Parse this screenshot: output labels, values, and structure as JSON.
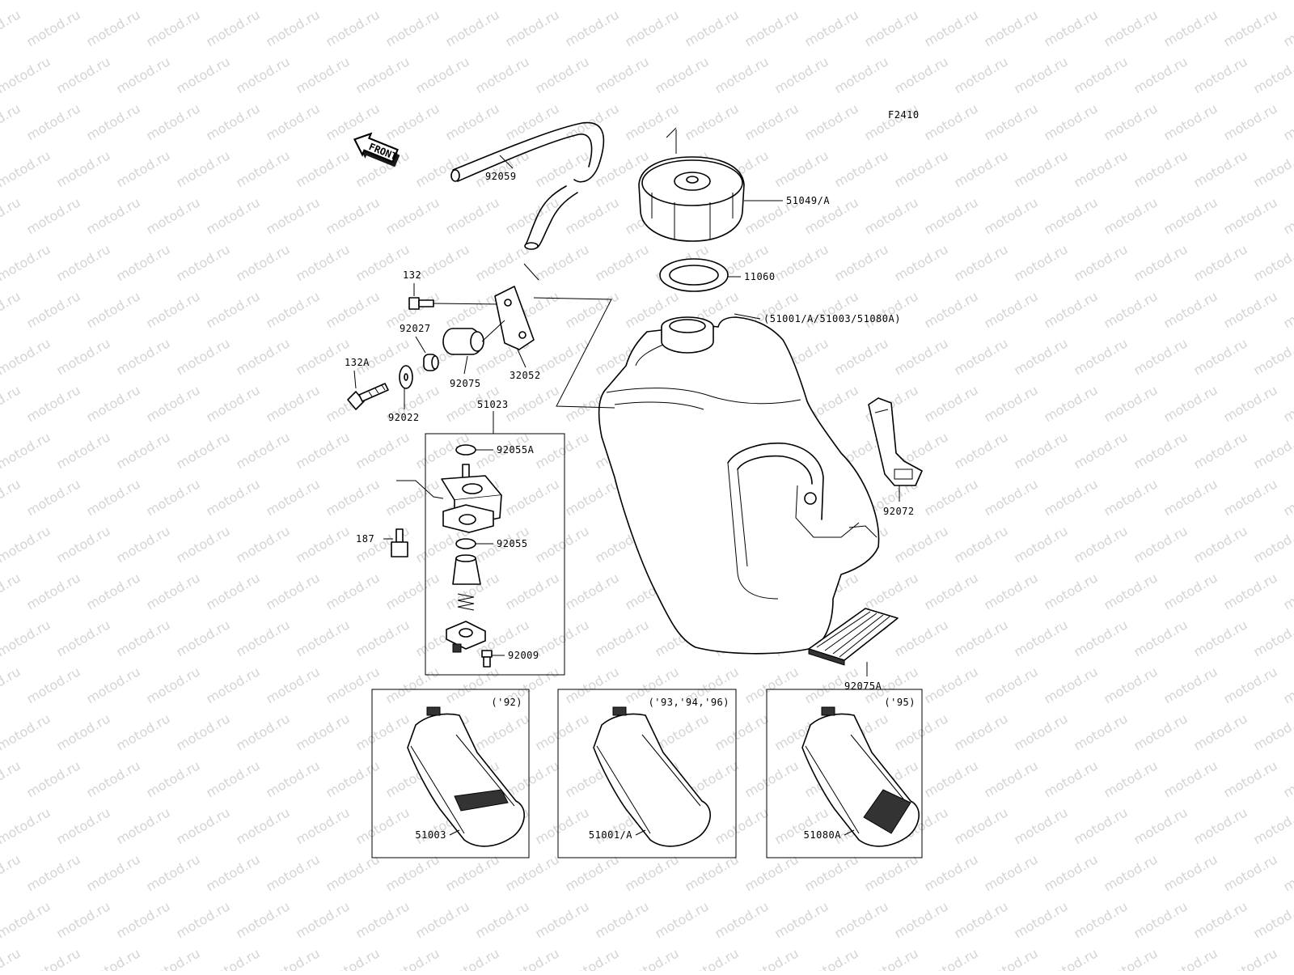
{
  "diagram_code": "F2410",
  "watermark": "motod.ru",
  "front_arrow": "FRONT",
  "parts": {
    "hose": "92059",
    "cap": "51049/A",
    "gasket": "11060",
    "tank": "(51001/A/51003/51080A)",
    "bolt_132": "132",
    "collar_92027": "92027",
    "damper_92075": "92075",
    "bracket_32052": "32052",
    "bolt_132a": "132A",
    "washer_92022": "92022",
    "cock_assy": "51023",
    "oring_a": "92055A",
    "bolt_187": "187",
    "oring": "92055",
    "screw_92009": "92009",
    "strap": "92072",
    "pad": "92075A"
  },
  "variants": [
    {
      "years": "('92)",
      "part": "51003"
    },
    {
      "years": "('93,'94,'96)",
      "part": "51001/A"
    },
    {
      "years": "('95)",
      "part": "51080A"
    }
  ]
}
